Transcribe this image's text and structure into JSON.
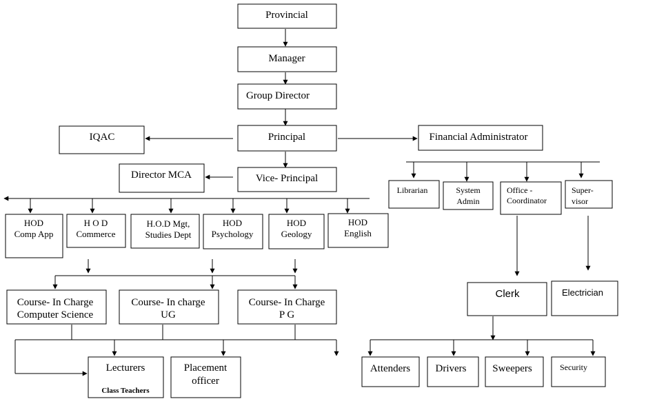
{
  "nodes": {
    "provincial": "Provincial",
    "manager": "Manager",
    "group_director": "Group Director",
    "principal": "Principal",
    "iqac": "IQAC",
    "financial_administrator": "Financial Administrator",
    "director_mca": "Director MCA",
    "vice_principal": "Vice- Principal",
    "hod_comp_app": [
      "HOD",
      "Comp App"
    ],
    "hod_commerce": [
      "H O D",
      "Commerce"
    ],
    "hod_mgt": [
      "H.O.D Mgt,",
      "Studies Dept"
    ],
    "hod_psychology": [
      "HOD",
      "Psychology"
    ],
    "hod_geology": [
      "HOD",
      "Geology"
    ],
    "hod_english": [
      "HOD",
      "English"
    ],
    "librarian": "Librarian",
    "system_admin": [
      "System",
      "Admin"
    ],
    "office_coordinator": [
      "Office -",
      "Coordinator"
    ],
    "supervisor": [
      "Super-",
      "visor"
    ],
    "course_cs": [
      "Course- In Charge",
      "Computer Science"
    ],
    "course_ug": [
      "Course- In charge",
      "UG"
    ],
    "course_pg": [
      "Course- In Charge",
      "P G"
    ],
    "clerk": "Clerk",
    "electrician": "Electrician",
    "lecturers": "Lecturers",
    "class_teachers": "Class Teachers",
    "placement_officer": [
      "Placement",
      "officer"
    ],
    "attenders": "Attenders",
    "drivers": "Drivers",
    "sweepers": "Sweepers",
    "security": "Security"
  }
}
